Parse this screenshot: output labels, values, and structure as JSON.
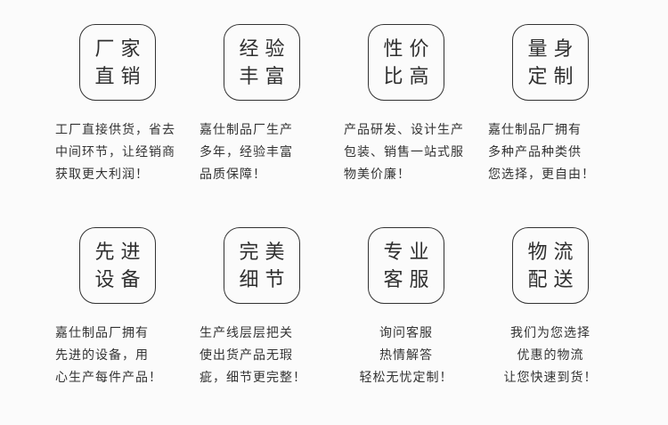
{
  "page": {
    "background_color": "#fbfbfb",
    "text_color": "#333333",
    "badge_border_color": "#333333"
  },
  "features": [
    {
      "title_lines": [
        "厂家",
        "直销"
      ],
      "desc_lines": [
        "工厂直接供货，省去",
        "中间环节，让经销商",
        "获取更大利润！"
      ],
      "desc_align": "left"
    },
    {
      "title_lines": [
        "经验",
        "丰富"
      ],
      "desc_lines": [
        "嘉仕制品厂生产",
        "多年，经验丰富",
        "品质保障！"
      ],
      "desc_align": "left"
    },
    {
      "title_lines": [
        "性价",
        "比高"
      ],
      "desc_lines": [
        "产品研发、设计生产",
        "包装、销售一站式服",
        "物美价廉！"
      ],
      "desc_align": "left"
    },
    {
      "title_lines": [
        "量身",
        "定制"
      ],
      "desc_lines": [
        "嘉仕制品厂拥有",
        "多种产品种类供",
        "您选择，更自由！"
      ],
      "desc_align": "left"
    },
    {
      "title_lines": [
        "先进",
        "设备"
      ],
      "desc_lines": [
        "嘉仕制品厂拥有",
        "先进的设备，用",
        "心生产每件产品！"
      ],
      "desc_align": "left"
    },
    {
      "title_lines": [
        "完美",
        "细节"
      ],
      "desc_lines": [
        "生产线层层把关",
        "使出货产品无瑕",
        "疵，细节更完整！"
      ],
      "desc_align": "left"
    },
    {
      "title_lines": [
        "专业",
        "客服"
      ],
      "desc_lines": [
        "询问客服",
        "热情解答",
        "轻松无忧定制！"
      ],
      "desc_align": "center"
    },
    {
      "title_lines": [
        "物流",
        "配送"
      ],
      "desc_lines": [
        "我们为您选择",
        "优惠的物流",
        "让您快速到货！"
      ],
      "desc_align": "center"
    }
  ]
}
